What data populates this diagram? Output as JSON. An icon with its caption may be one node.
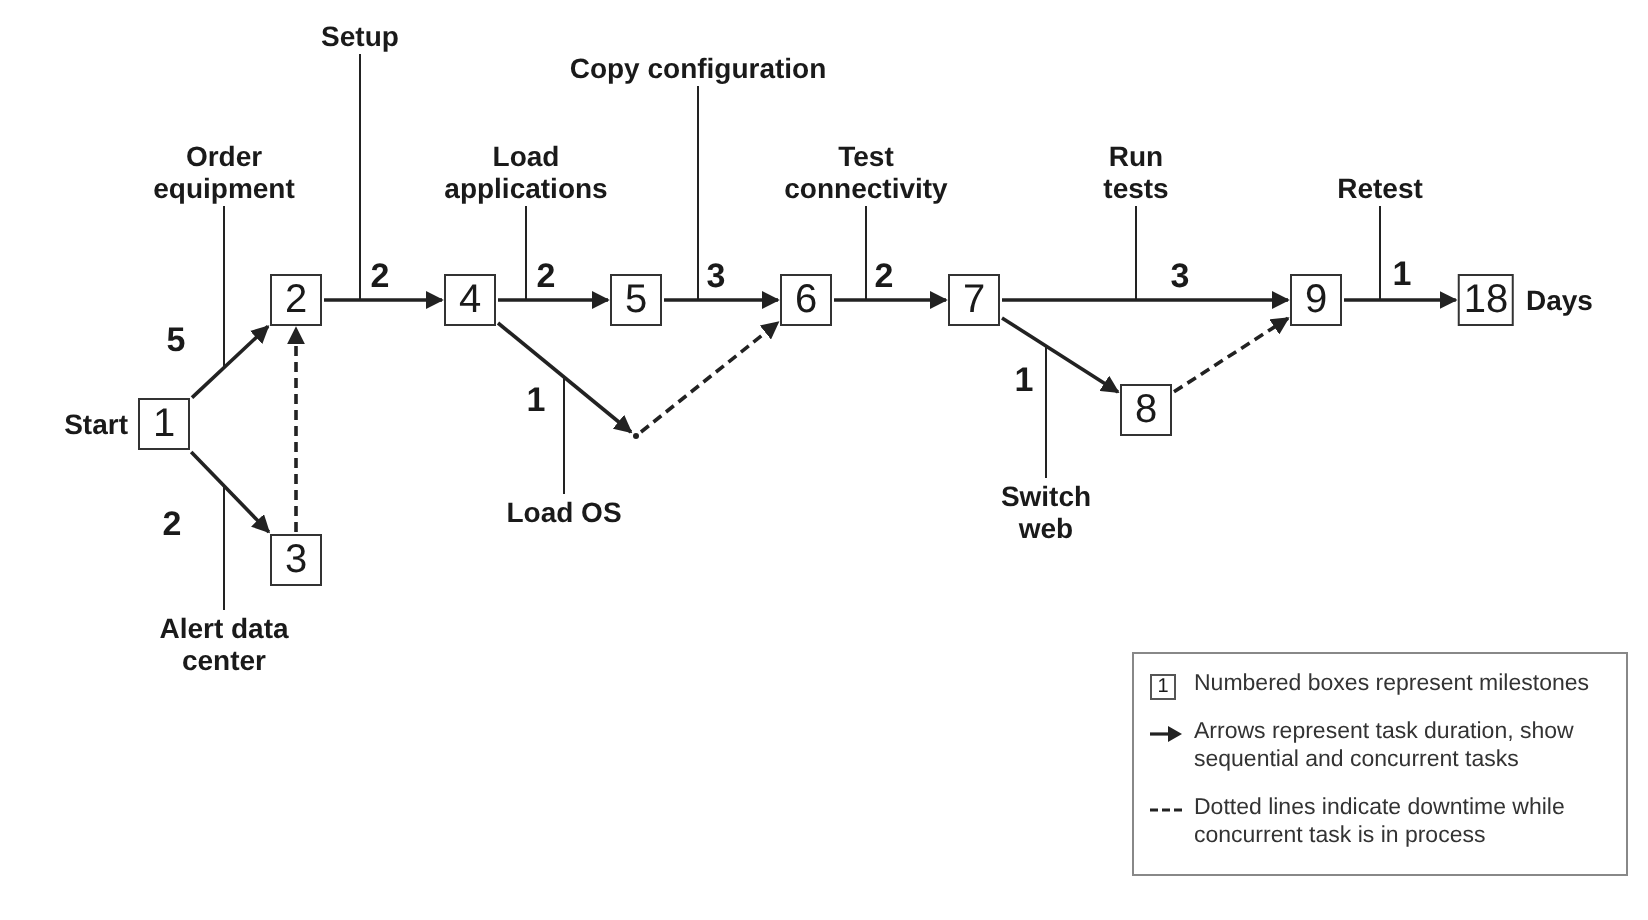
{
  "diagram": {
    "nodes": [
      {
        "text": [
          "1"
        ],
        "beside": [
          "Start"
        ]
      },
      {
        "text": [
          "2"
        ]
      },
      {
        "text": [
          "3"
        ]
      },
      {
        "text": [
          "4"
        ]
      },
      {
        "text": [
          "5"
        ]
      },
      {
        "text": [],
        "shape": "point"
      },
      {
        "text": [
          "6"
        ]
      },
      {
        "text": [
          "7"
        ]
      },
      {
        "text": [
          "8"
        ]
      },
      {
        "text": [
          "9"
        ]
      },
      {
        "text": [
          "18"
        ],
        "beside": [
          "Days"
        ]
      },
      {
        "text": [
          "Order equipment"
        ]
      },
      {
        "text": [
          "Alert data center"
        ]
      },
      {
        "text": [
          "Setup"
        ]
      },
      {
        "text": [
          "Load applications"
        ]
      },
      {
        "text": [
          "Load OS"
        ]
      },
      {
        "text": [
          "Copy configuration"
        ]
      },
      {
        "text": [
          "Test connectivity"
        ]
      },
      {
        "text": [
          "Run tests"
        ]
      },
      {
        "text": [
          "Switch web"
        ]
      },
      {
        "text": [
          "Retest"
        ]
      }
    ],
    "edges": [
      {
        "from": 0,
        "to": 1,
        "arrow": "to",
        "label": "5"
      },
      {
        "from": 0,
        "to": 2,
        "arrow": "to",
        "label": "2"
      },
      {
        "from": 2,
        "to": 1,
        "arrow": "to",
        "style": "dashed"
      },
      {
        "from": 1,
        "to": 3,
        "arrow": "to",
        "label": "2"
      },
      {
        "from": 3,
        "to": 4,
        "arrow": "to",
        "label": "2"
      },
      {
        "from": 3,
        "to": 5,
        "arrow": "to",
        "label": "1"
      },
      {
        "from": 5,
        "to": 6,
        "arrow": "to",
        "style": "dashed"
      },
      {
        "from": 4,
        "to": 6,
        "arrow": "to",
        "label": "3"
      },
      {
        "from": 6,
        "to": 7,
        "arrow": "to",
        "label": "2"
      },
      {
        "from": 7,
        "to": 9,
        "arrow": "to",
        "label": "3"
      },
      {
        "from": 7,
        "to": 8,
        "arrow": "to",
        "label": "1"
      },
      {
        "from": 8,
        "to": 9,
        "arrow": "to",
        "style": "dashed"
      },
      {
        "from": 9,
        "to": 10,
        "arrow": "to",
        "label": "1"
      },
      {
        "from": 11,
        "to": null,
        "arrow": "none"
      },
      {
        "from": 12,
        "to": null,
        "arrow": "none"
      },
      {
        "from": 13,
        "to": null,
        "arrow": "none"
      },
      {
        "from": 14,
        "to": null,
        "arrow": "none"
      },
      {
        "from": 15,
        "to": null,
        "arrow": "none"
      },
      {
        "from": 16,
        "to": null,
        "arrow": "none"
      },
      {
        "from": 17,
        "to": null,
        "arrow": "none"
      },
      {
        "from": 18,
        "to": null,
        "arrow": "none"
      },
      {
        "from": 19,
        "to": null,
        "arrow": "none"
      },
      {
        "from": 20,
        "to": null,
        "arrow": "none"
      }
    ],
    "labels": [
      "1"
    ],
    "legend": [
      {
        "text": "Numbered boxes represent milestones"
      },
      {
        "text": "Arrows represent task duration, show sequential and concurrent tasks"
      },
      {
        "text": "Dotted lines indicate downtime while concurrent task is in process"
      }
    ]
  }
}
